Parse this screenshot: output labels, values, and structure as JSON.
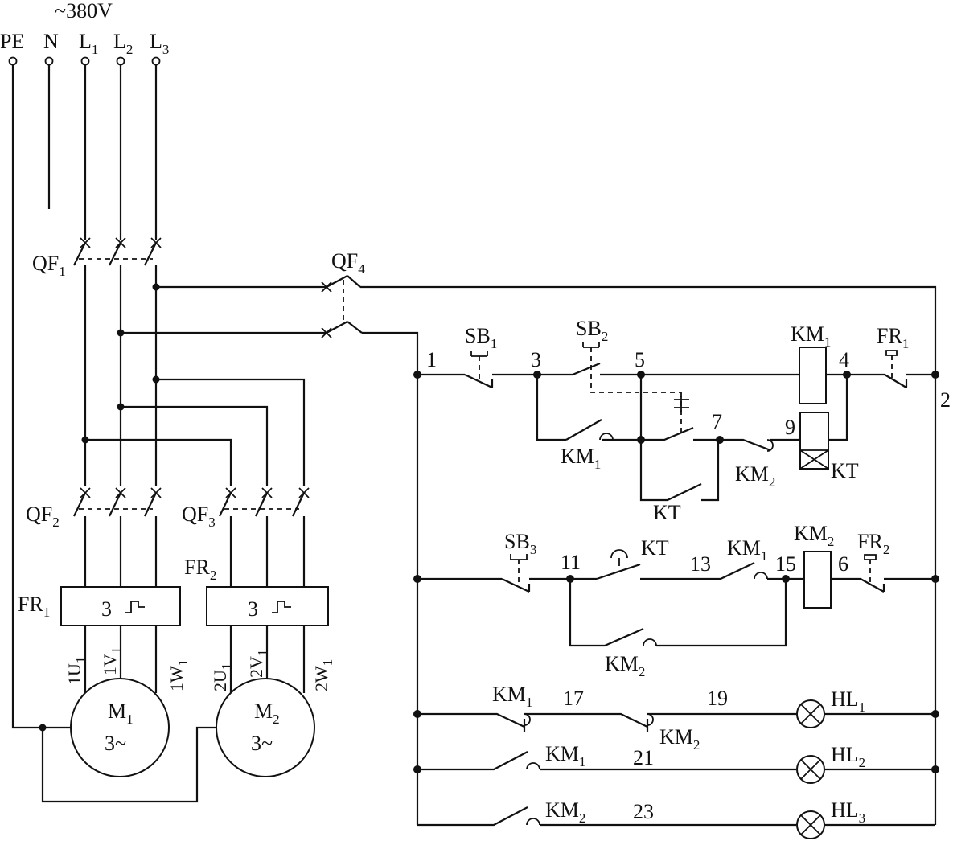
{
  "supply": {
    "voltage": "~380V",
    "terminals": [
      "PE",
      "N",
      "L1",
      "L2",
      "L3"
    ]
  },
  "breakers": {
    "qf1": "QF1",
    "qf2": "QF2",
    "qf3": "QF3",
    "qf4": "QF4"
  },
  "overload_relays": {
    "fr1": "FR1",
    "fr2": "FR2",
    "symbol_count": "3"
  },
  "motors": [
    {
      "name": "M1",
      "phase": "3~",
      "leads": [
        "1U1",
        "1V1",
        "1W1"
      ]
    },
    {
      "name": "M2",
      "phase": "3~",
      "leads": [
        "2U1",
        "2V1",
        "2W1"
      ]
    }
  ],
  "control": {
    "buttons": [
      "SB1",
      "SB2",
      "SB3"
    ],
    "contactors": [
      "KM1",
      "KM2"
    ],
    "timer": "KT",
    "lamps": [
      "HL1",
      "HL2",
      "HL3"
    ],
    "node_numbers": [
      "1",
      "2",
      "3",
      "4",
      "5",
      "6",
      "7",
      "9",
      "11",
      "13",
      "15",
      "17",
      "19",
      "21",
      "23"
    ]
  }
}
